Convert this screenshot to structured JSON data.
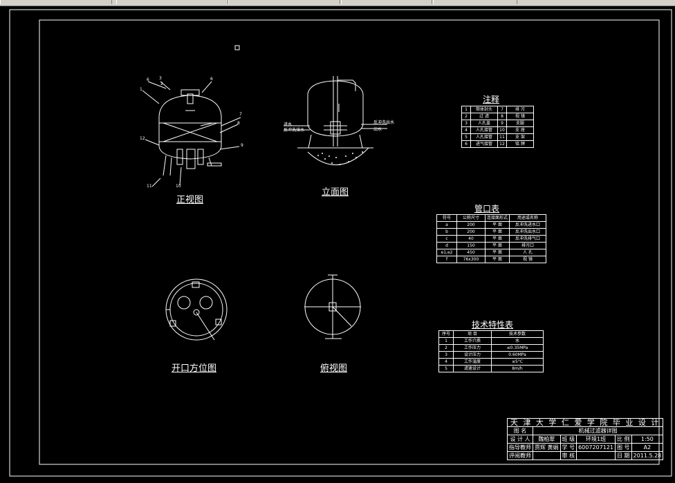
{
  "drawing": {
    "views": {
      "front": "正视图",
      "elevation": "立面图",
      "opening": "开口方位图",
      "top": "俯视图"
    },
    "part_numbers": [
      "1",
      "2",
      "3",
      "4",
      "6",
      "7",
      "8",
      "9",
      "10",
      "11",
      "12"
    ],
    "elevation_side_labels": [
      "进水",
      "反冲洗排水",
      "反冲洗出水",
      "出水"
    ]
  },
  "notes_table": {
    "title": "注释",
    "rows": [
      [
        "1",
        "筒体封头",
        "7",
        "排 污"
      ],
      [
        "2",
        "过 滤",
        "8",
        "视 镜"
      ],
      [
        "3",
        "人孔盖",
        "9",
        "支腿"
      ],
      [
        "4",
        "人孔接管",
        "10",
        "支 座"
      ],
      [
        "5",
        "人孔接管",
        "11",
        "支 架"
      ],
      [
        "6",
        "进气接管",
        "12",
        "铭 牌"
      ]
    ]
  },
  "nozzle_table": {
    "title": "管口表",
    "header": [
      "符号",
      "公称尺寸",
      "连接面形式",
      "用途或名称"
    ],
    "rows": [
      [
        "a",
        "200",
        "平 面",
        "反冲洗进水口"
      ],
      [
        "b",
        "200",
        "平 面",
        "反冲洗出水口"
      ],
      [
        "c",
        "40",
        "平 面",
        "反冲洗排气口"
      ],
      [
        "d",
        "150",
        "平 面",
        "排污口"
      ],
      [
        "e1,e2",
        "450",
        "平 面",
        "人 孔"
      ],
      [
        "f",
        "76x300",
        "平 面",
        "视 镜"
      ]
    ]
  },
  "tech_table": {
    "title": "技术特性表",
    "header": [
      "序号",
      "项 目",
      "技术参数"
    ],
    "rows": [
      [
        "1",
        "工作介质",
        "水"
      ],
      [
        "2",
        "工作压力",
        "≤0.35MPa"
      ],
      [
        "3",
        "设计压力",
        "0.60MPa"
      ],
      [
        "4",
        "工作温度",
        "≤5°C"
      ],
      [
        "5",
        "滤速设计",
        "8m/h"
      ]
    ]
  },
  "title_block": {
    "school": "天 津 大 学 仁 爱 学 院 毕 业 设 计",
    "name_label": "图 名",
    "drawing_name": "机械过滤器详图",
    "designer_label": "设 计 人",
    "designer": "魏柏翠",
    "class_label": "班 级",
    "class": "环境1班",
    "scale_label": "比 例",
    "scale": "1:50",
    "advisor_label": "指导教师",
    "advisor": "贾辉 黄娟",
    "student_id_label": "学 号",
    "student_id": "6007207121",
    "drawing_no_label": "图 号",
    "drawing_no": "A2",
    "reviewer_label": "评阅教师",
    "audit_label": "审 核",
    "date_label": "日 期",
    "date": "2011.5.28"
  }
}
